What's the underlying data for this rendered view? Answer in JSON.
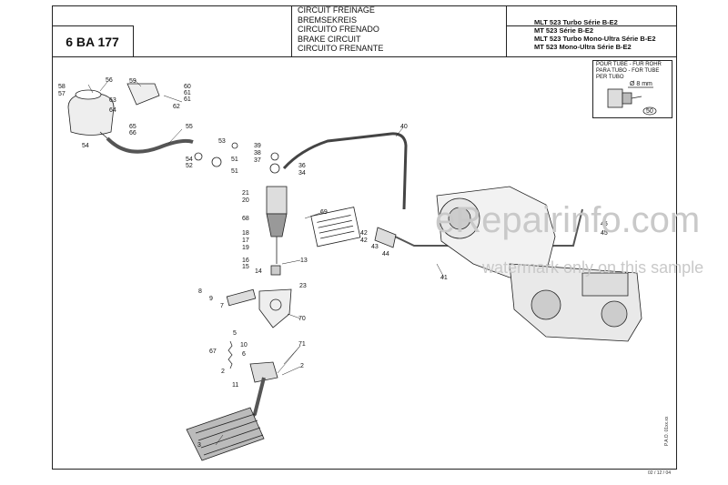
{
  "header": {
    "code": "6 BA 177",
    "titles": [
      "CIRCUIT FREINAGE",
      "BREMSEKREIS",
      "CIRCUITO FRENADO",
      "BRAKE CIRCUIT",
      "CIRCUITO FRENANTE"
    ],
    "models": [
      "MLT 523 Turbo Série B-E2",
      "MT 523 Série B-E2",
      "MLT 523 Turbo Mono-Ultra Série B-E2",
      "MT 523 Mono-Ultra Série B-E2"
    ]
  },
  "inset": {
    "lines": [
      "POUR TUBE - FUR ROHR",
      "PARA TUBO - FOR TUBE",
      "PER TUBO"
    ],
    "dim": "Ø 8 mm",
    "part": "50"
  },
  "watermark": {
    "main": "eRepairinfo.com",
    "sub": "watermark only on this sample"
  },
  "footer": {
    "date": "02 / 12 / 04",
    "side": "P.A.O. 01xx.xx"
  },
  "callouts": {
    "n56": "56",
    "n58": "58",
    "n57": "57",
    "n59": "59",
    "n60": "60",
    "n61a": "61",
    "n61b": "61",
    "n63": "63",
    "n64": "64",
    "n62": "62",
    "n65": "65",
    "n66": "66",
    "n55": "55",
    "n54a": "54",
    "n53": "53",
    "n54b": "54",
    "n52": "52",
    "n51a": "51",
    "n51b": "51",
    "n40": "40",
    "n39": "39",
    "n38": "38",
    "n37": "37",
    "n36": "36",
    "n34": "34",
    "n21": "21",
    "n20": "20",
    "n68": "68",
    "n69": "69",
    "n18": "18",
    "n17": "17",
    "n19": "19",
    "n16": "16",
    "n15": "15",
    "n14": "14",
    "n13": "13",
    "n42a": "42",
    "n42b": "42",
    "n43": "43",
    "n44": "44",
    "n41": "41",
    "n45a": "45",
    "n45b": "45",
    "n8": "8",
    "n9": "9",
    "n7": "7",
    "n23": "23",
    "n70": "70",
    "n5": "5",
    "n10": "10",
    "n6": "6",
    "n67": "67",
    "n71": "71",
    "n2a": "2",
    "n2b": "2",
    "n11": "11",
    "n3": "3"
  }
}
